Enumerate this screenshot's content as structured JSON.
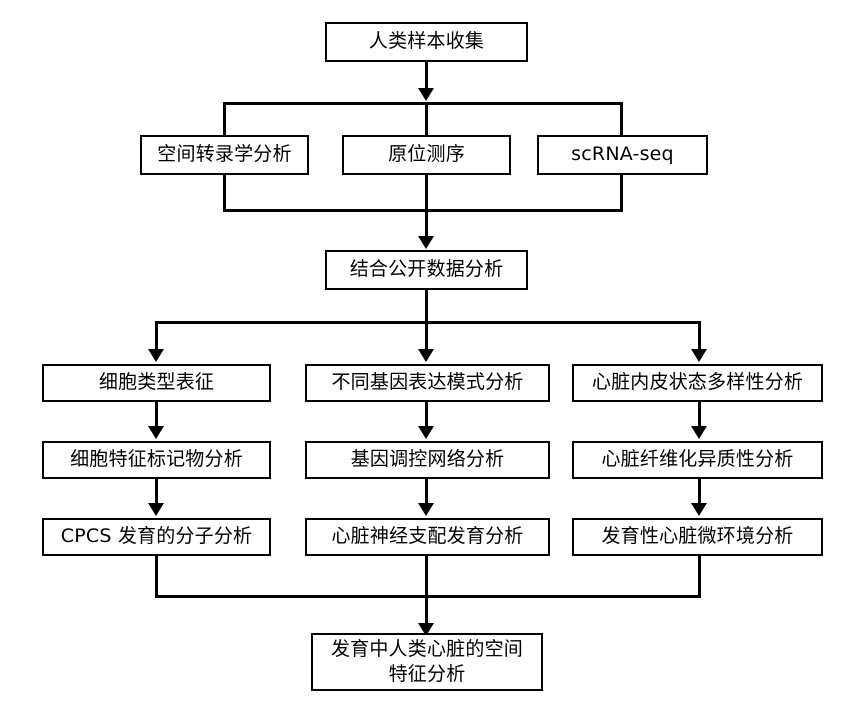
{
  "diagram": {
    "title": "Human developing heart spatial analysis workflow",
    "type": "flowchart",
    "orientation": "top-to-bottom",
    "line_color": "#000000",
    "box_fill": "#ffffff",
    "nodes": {
      "root": "人类样本收集",
      "methods": [
        "空间转录学分析",
        "原位测序",
        "scRNA-seq"
      ],
      "integration": "结合公开数据分析",
      "columns": [
        {
          "steps": [
            "细胞类型表征",
            "细胞特征标记物分析",
            "CPCS 发育的分子分析"
          ]
        },
        {
          "steps": [
            "不同基因表达模式分析",
            "基因调控网络分析",
            "心脏神经支配发育分析"
          ]
        },
        {
          "steps": [
            "心脏内皮状态多样性分析",
            "心脏纤维化异质性分析",
            "发育性心脏微环境分析"
          ]
        }
      ],
      "result_line1": "发育中人类心脏的空间",
      "result_line2": "特征分析"
    }
  }
}
